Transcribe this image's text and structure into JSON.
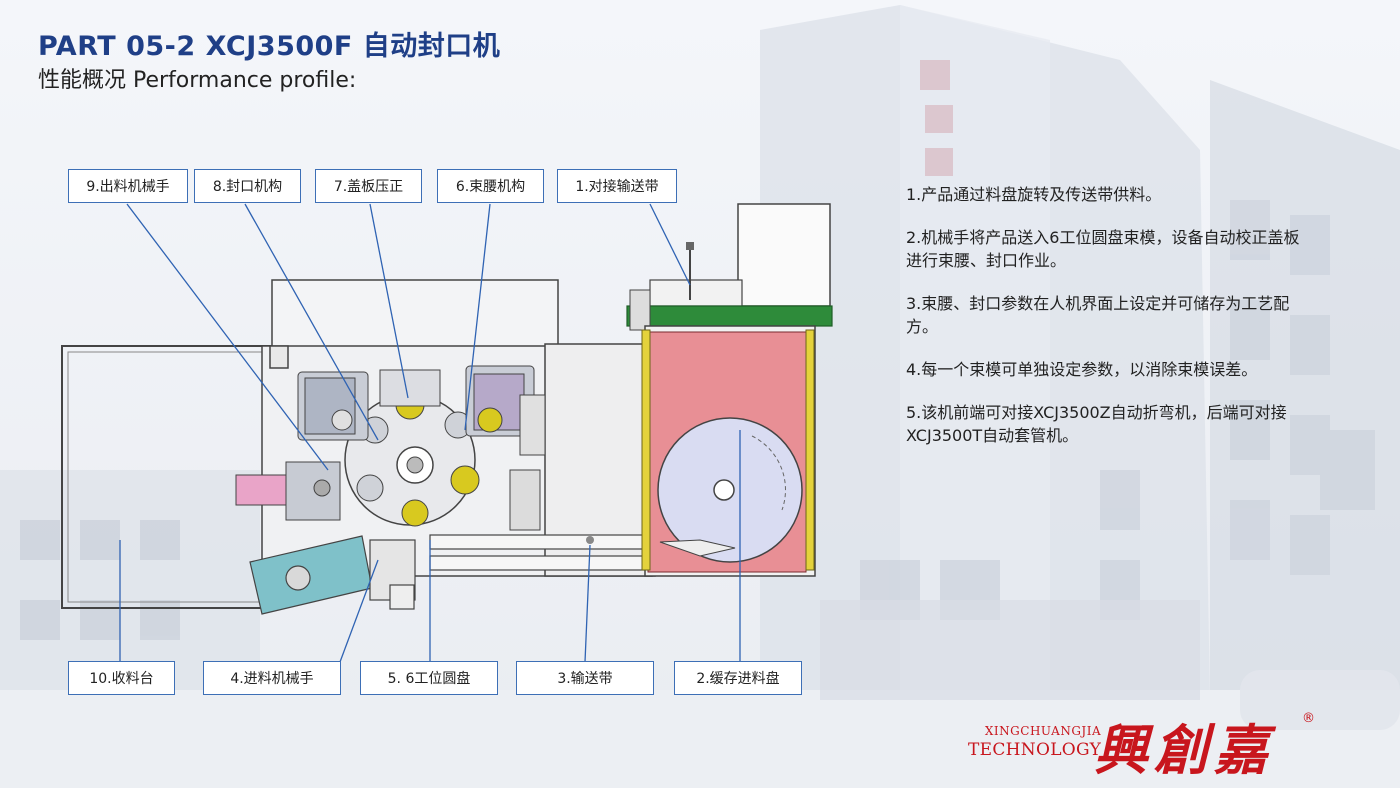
{
  "header": {
    "title": "PART 05-2  XCJ3500F 自动封口机",
    "subtitle": "性能概况 Performance profile:"
  },
  "callouts": {
    "top": [
      {
        "id": "9",
        "label": "9.出料机械手"
      },
      {
        "id": "8",
        "label": "8.封口机构"
      },
      {
        "id": "7",
        "label": "7.盖板压正"
      },
      {
        "id": "6",
        "label": "6.束腰机构"
      },
      {
        "id": "1",
        "label": "1.对接输送带"
      }
    ],
    "bottom": [
      {
        "id": "10",
        "label": "10.收料台"
      },
      {
        "id": "4",
        "label": "4.进料机械手"
      },
      {
        "id": "5",
        "label": "5. 6工位圆盘"
      },
      {
        "id": "3",
        "label": "3.输送带"
      },
      {
        "id": "2",
        "label": "2.缓存进料盘"
      }
    ]
  },
  "notes": [
    "1.产品通过料盘旋转及传送带供料。",
    "2.机械手将产品送入6工位圆盘束模，设备自动校正盖板进行束腰、封口作业。",
    "3.束腰、封口参数在人机界面上设定并可储存为工艺配方。",
    "4.每一个束模可单独设定参数，以消除束模误差。",
    "5.该机前端可对接XCJ3500Z自动折弯机，后端可对接XCJ3500T自动套管机。"
  ],
  "brand": {
    "en_line1": "XINGCHUANGJIA",
    "en_line2": "TECHNOLOGY",
    "cn": "興創嘉",
    "reg": "®"
  },
  "colors": {
    "title": "#1f3f87",
    "callout_border": "#3d6fb6",
    "leader_line": "#2f63b3",
    "buffer_tray": "#e88f95",
    "disk": "#d9dcf2",
    "conveyor_green": "#2e8b3a",
    "feeder_arm": "#7fc1c9",
    "brand_red": "#c8161d"
  }
}
